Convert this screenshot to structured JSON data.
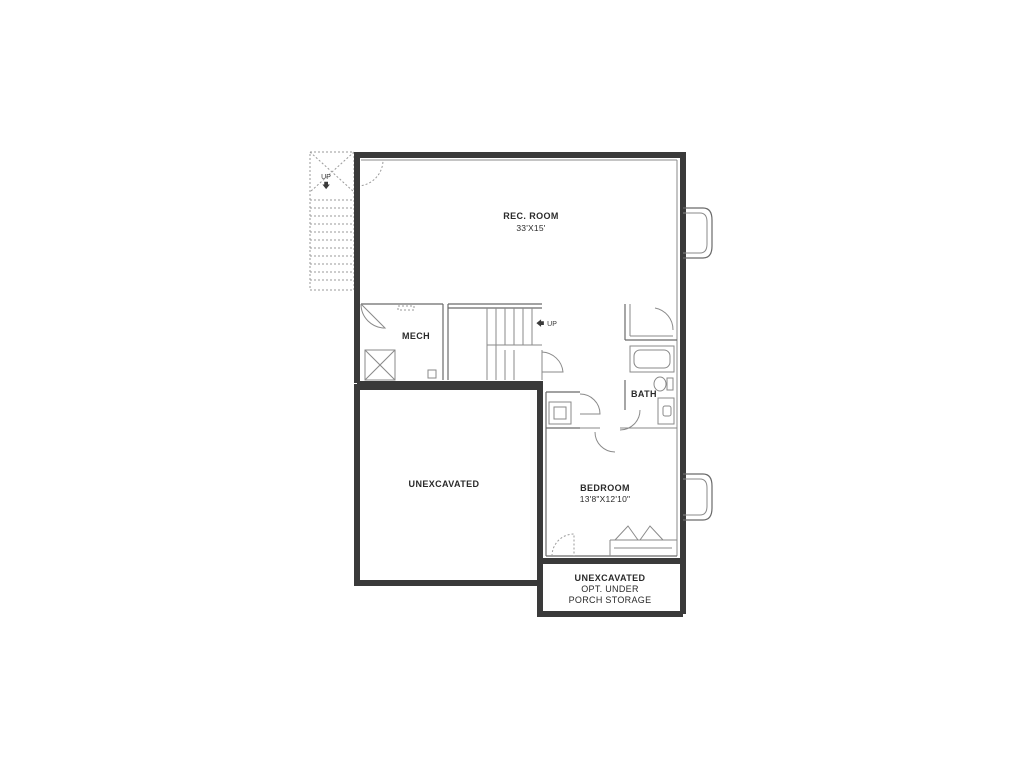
{
  "rooms": {
    "rec_room": {
      "name": "REC. ROOM",
      "dims": "33'X15'"
    },
    "mech": {
      "name": "MECH"
    },
    "bath": {
      "name": "BATH"
    },
    "bedroom": {
      "name": "BEDROOM",
      "dims": "13'8\"X12'10\""
    },
    "unexcavated_left": {
      "name": "UNEXCAVATED"
    },
    "unexcavated_porch": {
      "name": "UNEXCAVATED",
      "line2": "OPT. UNDER",
      "line3": "PORCH STORAGE"
    }
  },
  "stairs": {
    "exterior_up": "UP",
    "interior_up": "UP"
  },
  "icons": {
    "stair_arrow": "arrow-icon",
    "window": "window-well-icon"
  },
  "colors": {
    "wall": "#3a3a3a",
    "line": "#8a8a8a",
    "text": "#2a2a2a"
  }
}
